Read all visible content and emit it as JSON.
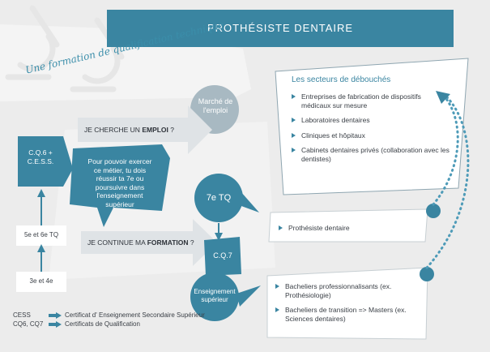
{
  "title": "PROTHÉSISTE DENTAIRE",
  "subtitle": "Une formation de qualification technique",
  "market_label": "Marché de l'emploi",
  "question_job": {
    "prefix": "JE CHERCHE UN ",
    "bold": "EMPLOI",
    "suffix": " ?"
  },
  "question_continue": {
    "prefix": "JE CONTINUE MA ",
    "bold": "FORMATION",
    "suffix": " ?"
  },
  "advice": "Pour pouvoir exercer ce métier, tu dois réussir ta 7e ou poursuivre dans l'enseignement supérieur",
  "cq6": "C.Q.6 + C.E.S.S.",
  "tq56": "5e et 6e TQ",
  "years34": "3e et 4e",
  "tq7": "7e TQ",
  "cq7": "C.Q.7",
  "higher_ed": "Enseignement supérieur",
  "sectors": {
    "heading": "Les secteurs de débouchés",
    "items": [
      "Entreprises de fabrication de dispositifs médicaux sur mesure",
      "Laboratoires dentaires",
      "Cliniques et hôpitaux",
      "Cabinets dentaires privés (collaboration avec les dentistes)"
    ]
  },
  "job_outcome": "Prothésiste dentaire",
  "studies": [
    "Bacheliers professionnalisants (ex. Prothésiologie)",
    "Bacheliers de transition => Masters (ex. Sciences dentaires)"
  ],
  "legend": [
    {
      "abbr": "CESS",
      "meaning": "Certificat d' Enseignement Secondaire Supérieur"
    },
    {
      "abbr": "CQ6, CQ7",
      "meaning": "Certificats de Qualification"
    }
  ],
  "colors": {
    "primary": "#3a85a1",
    "muted": "#9fb4be",
    "dashed": "#4e9bb8"
  }
}
